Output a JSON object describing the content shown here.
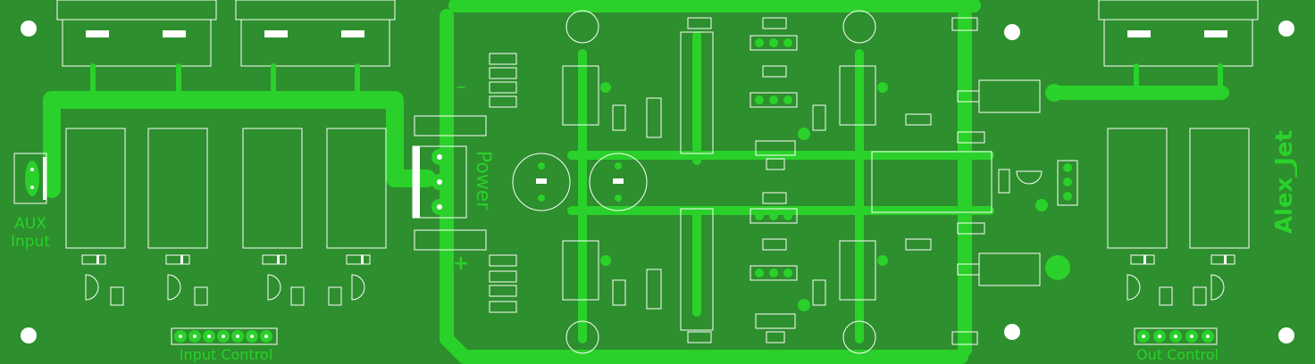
{
  "labels": {
    "aux_line1": "AUX",
    "aux_line2": "Input",
    "input_control": "Input Control",
    "out_control": "Out Control",
    "power": "Power",
    "author": "Alex_Jet",
    "minus": "–",
    "plus": "+"
  },
  "colors": {
    "board": "#2d8f2d",
    "copper": "#2ad12a",
    "silkscreen": "#ffffff"
  }
}
